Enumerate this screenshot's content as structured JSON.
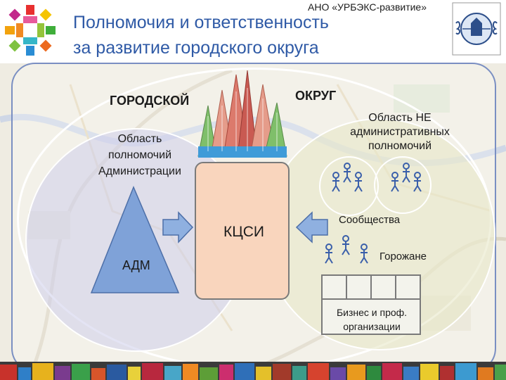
{
  "header": {
    "org": "АНО «УРБЭКС-развитие»",
    "title_line1": "Полномочия и ответственность",
    "title_line2": "за развитие городского округа"
  },
  "diagram": {
    "city_label": "ГОРОДСКОЙ",
    "okrug_label": "ОКРУГ",
    "admin_area": "Область полномочий Администрации",
    "nonadmin_area": "Область НЕ административных полномочий",
    "adm": "АДМ",
    "kcsi": "КЦСИ",
    "communities": "Сообщества",
    "citizens": "Горожане",
    "business": "Бизнес и проф. организации"
  },
  "colors": {
    "title": "#2f5aa6",
    "triangle": "#7fa2d8",
    "arrow": "#8fb0e0",
    "kcsi_fill": "#f9d5bd",
    "people": "#3a5faa"
  },
  "icons": [
    "logo-flower-icon",
    "city-crest-icon",
    "person-icon",
    "buildings-icon"
  ]
}
